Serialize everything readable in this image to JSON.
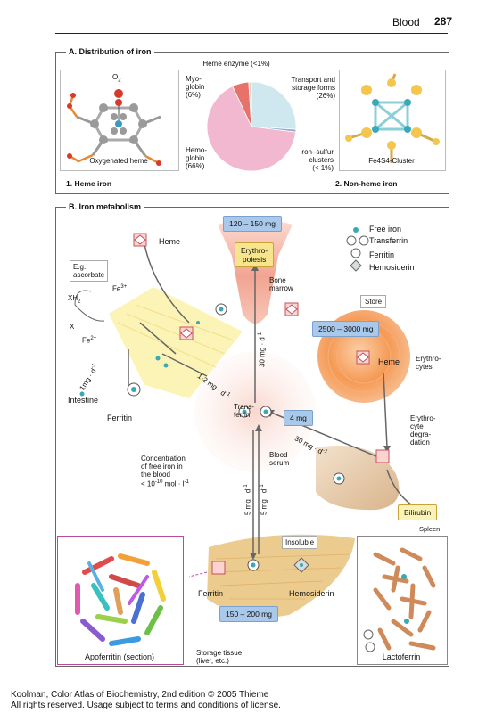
{
  "header": {
    "title": "Blood",
    "page": "287"
  },
  "panelA": {
    "title": "A. Distribution of iron",
    "heme_caption": "Oxygenated heme",
    "o2_label": "O",
    "o2_sub": "2",
    "heme_iron_label": "1. Heme iron",
    "nonheme_iron_label": "2. Non-heme iron",
    "cluster_caption": "Fe4S4-Cluster",
    "pie_labels": {
      "heme_enzyme": "Heme enzyme (<1%)",
      "myoglobin": [
        "Myo-",
        "globin",
        "(6%)"
      ],
      "transport": [
        "Transport and",
        "storage forms",
        "(26%)"
      ],
      "hemoglobin": [
        "Hemo-",
        "globin",
        "(66%)"
      ],
      "ironsulfur": [
        "Iron–sulfur",
        "clusters",
        "(< 1%)"
      ]
    },
    "pie_data": {
      "type": "pie",
      "slices": [
        {
          "name": "Hemoglobin",
          "value": 66,
          "color": "#f2b8cf"
        },
        {
          "name": "Transport and storage forms",
          "value": 26,
          "color": "#cfe8ef"
        },
        {
          "name": "Iron–sulfur clusters",
          "value": 1,
          "color": "#8fb0d6"
        },
        {
          "name": "Heme enzyme",
          "value": 1,
          "color": "#e2d2c4"
        },
        {
          "name": "Myoglobin",
          "value": 6,
          "color": "#e6726a"
        }
      ]
    }
  },
  "panelB": {
    "title": "B. Iron metabolism",
    "eg_ascorbate": [
      "E.g.,",
      "ascorbate"
    ],
    "xh2": "XH",
    "xh2_sub": "2",
    "x_label": "X",
    "fe3": "Fe",
    "fe3_sup": "3+",
    "fe2": "Fe",
    "fe2_sup": "2+",
    "heme_top": "Heme",
    "box_120_150": "120 – 150 mg",
    "erythropoiesis": [
      "Erythro-",
      "poiesis"
    ],
    "bone_marrow": [
      "Bone",
      "marrow"
    ],
    "legend": {
      "free_iron": "Free iron",
      "transferrin": "Transferrin",
      "ferritin": "Ferritin",
      "hemosiderin": "Hemosiderin"
    },
    "store": "Store",
    "box_2500_3000": "2500 – 3000 mg",
    "erythrocytes": [
      "Erythro-",
      "cytes"
    ],
    "heme_rbc": "Heme",
    "rate_1mg": "1mg · d",
    "rate_1mg_sup": "-1",
    "rate_1_2mg": "1-2 mg · d",
    "rate_1_2mg_sup": "-1",
    "rate_30mg_vert": "30 mg · d",
    "rate_30mg_vert_sup": "-1",
    "intestine": "Intestine",
    "ferritin_intestine": "Ferritin",
    "transferrin_center": [
      "Trans-",
      "ferrin"
    ],
    "box_4mg": "4 mg",
    "erythrocyte_degradation": [
      "Erythro-",
      "cyte",
      "degra-",
      "dation"
    ],
    "rate_30mg_diag": "30 mg · d",
    "rate_30mg_diag_sup": "-1",
    "concentration": [
      "Concentration",
      "of free iron in",
      "the blood"
    ],
    "conc_value": "< 10",
    "conc_exp": "-10",
    "conc_unit": " mol · l",
    "conc_unit_sup": "-1",
    "blood_serum": [
      "Blood",
      "serum"
    ],
    "rate_5mg_left": "5 mg · d",
    "rate_5mg_right": "5 mg · d",
    "rate_5mg_sup": "-1",
    "bilirubin": "Bilirubin",
    "spleen": "Spleen",
    "insoluble": "Insoluble",
    "ferritin_liver": "Ferritin",
    "hemosiderin_liver": "Hemosiderin",
    "box_150_200": "150 – 200 mg",
    "storage_tissue": [
      "Storage tissue",
      "(liver, etc.)"
    ],
    "apoferritin_caption": "Apoferritin (section)",
    "lactoferrin_caption": "Lactoferrin"
  },
  "footer": {
    "line1": "Koolman, Color Atlas of Biochemistry, 2nd edition © 2005 Thieme",
    "line2": "All rights reserved. Usage subject to terms and conditions of license."
  },
  "colors": {
    "serum_pink": "#f7cfc6",
    "marrow_red": "#f08f7a",
    "rbc_orange": "#f4a35c",
    "intestine_yellow": "#fbf0a4",
    "liver_tan": "#e8c07a",
    "box_blue": "#a9c8ea"
  }
}
